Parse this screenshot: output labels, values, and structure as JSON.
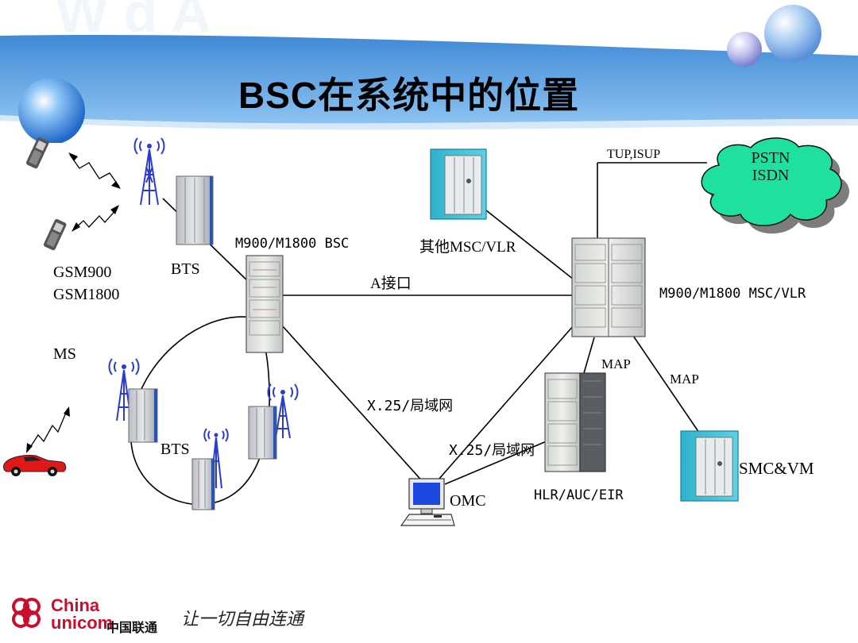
{
  "title": "BSC在系统中的位置",
  "labels": {
    "ms_types_line1": "GSM900",
    "ms_types_line2": "GSM1800",
    "ms": "MS",
    "bts_top": "BTS",
    "bts_bottom": "BTS",
    "bsc": "M900/M1800 BSC",
    "other_msc": "其他MSC/VLR",
    "a_interface": "A接口",
    "msc": "M900/M1800 MSC/VLR",
    "tup_isup": "TUP,ISUP",
    "pstn": "PSTN",
    "isdn": "ISDN",
    "map_left": "MAP",
    "map_right": "MAP",
    "x25_bsc_omc": "X.25/局域网",
    "x25_msc_omc": "X.25/局域网",
    "omc": "OMC",
    "hlr": "HLR/AUC/EIR",
    "smc": "SMC&VM"
  },
  "footer": {
    "brand_line1": "China",
    "brand_line2": "unicom",
    "brand_cn": "中国联通",
    "slogan": "让一切自由连通"
  },
  "colors": {
    "header_blue": "#4f97dd",
    "cloud_green": "#1ee0a0",
    "cloud_shadow": "#7d7d7d",
    "antenna_blue": "#2a3bd0",
    "brand_red": "#c8102e",
    "cabinet_cyan": "#3cc0d8"
  }
}
